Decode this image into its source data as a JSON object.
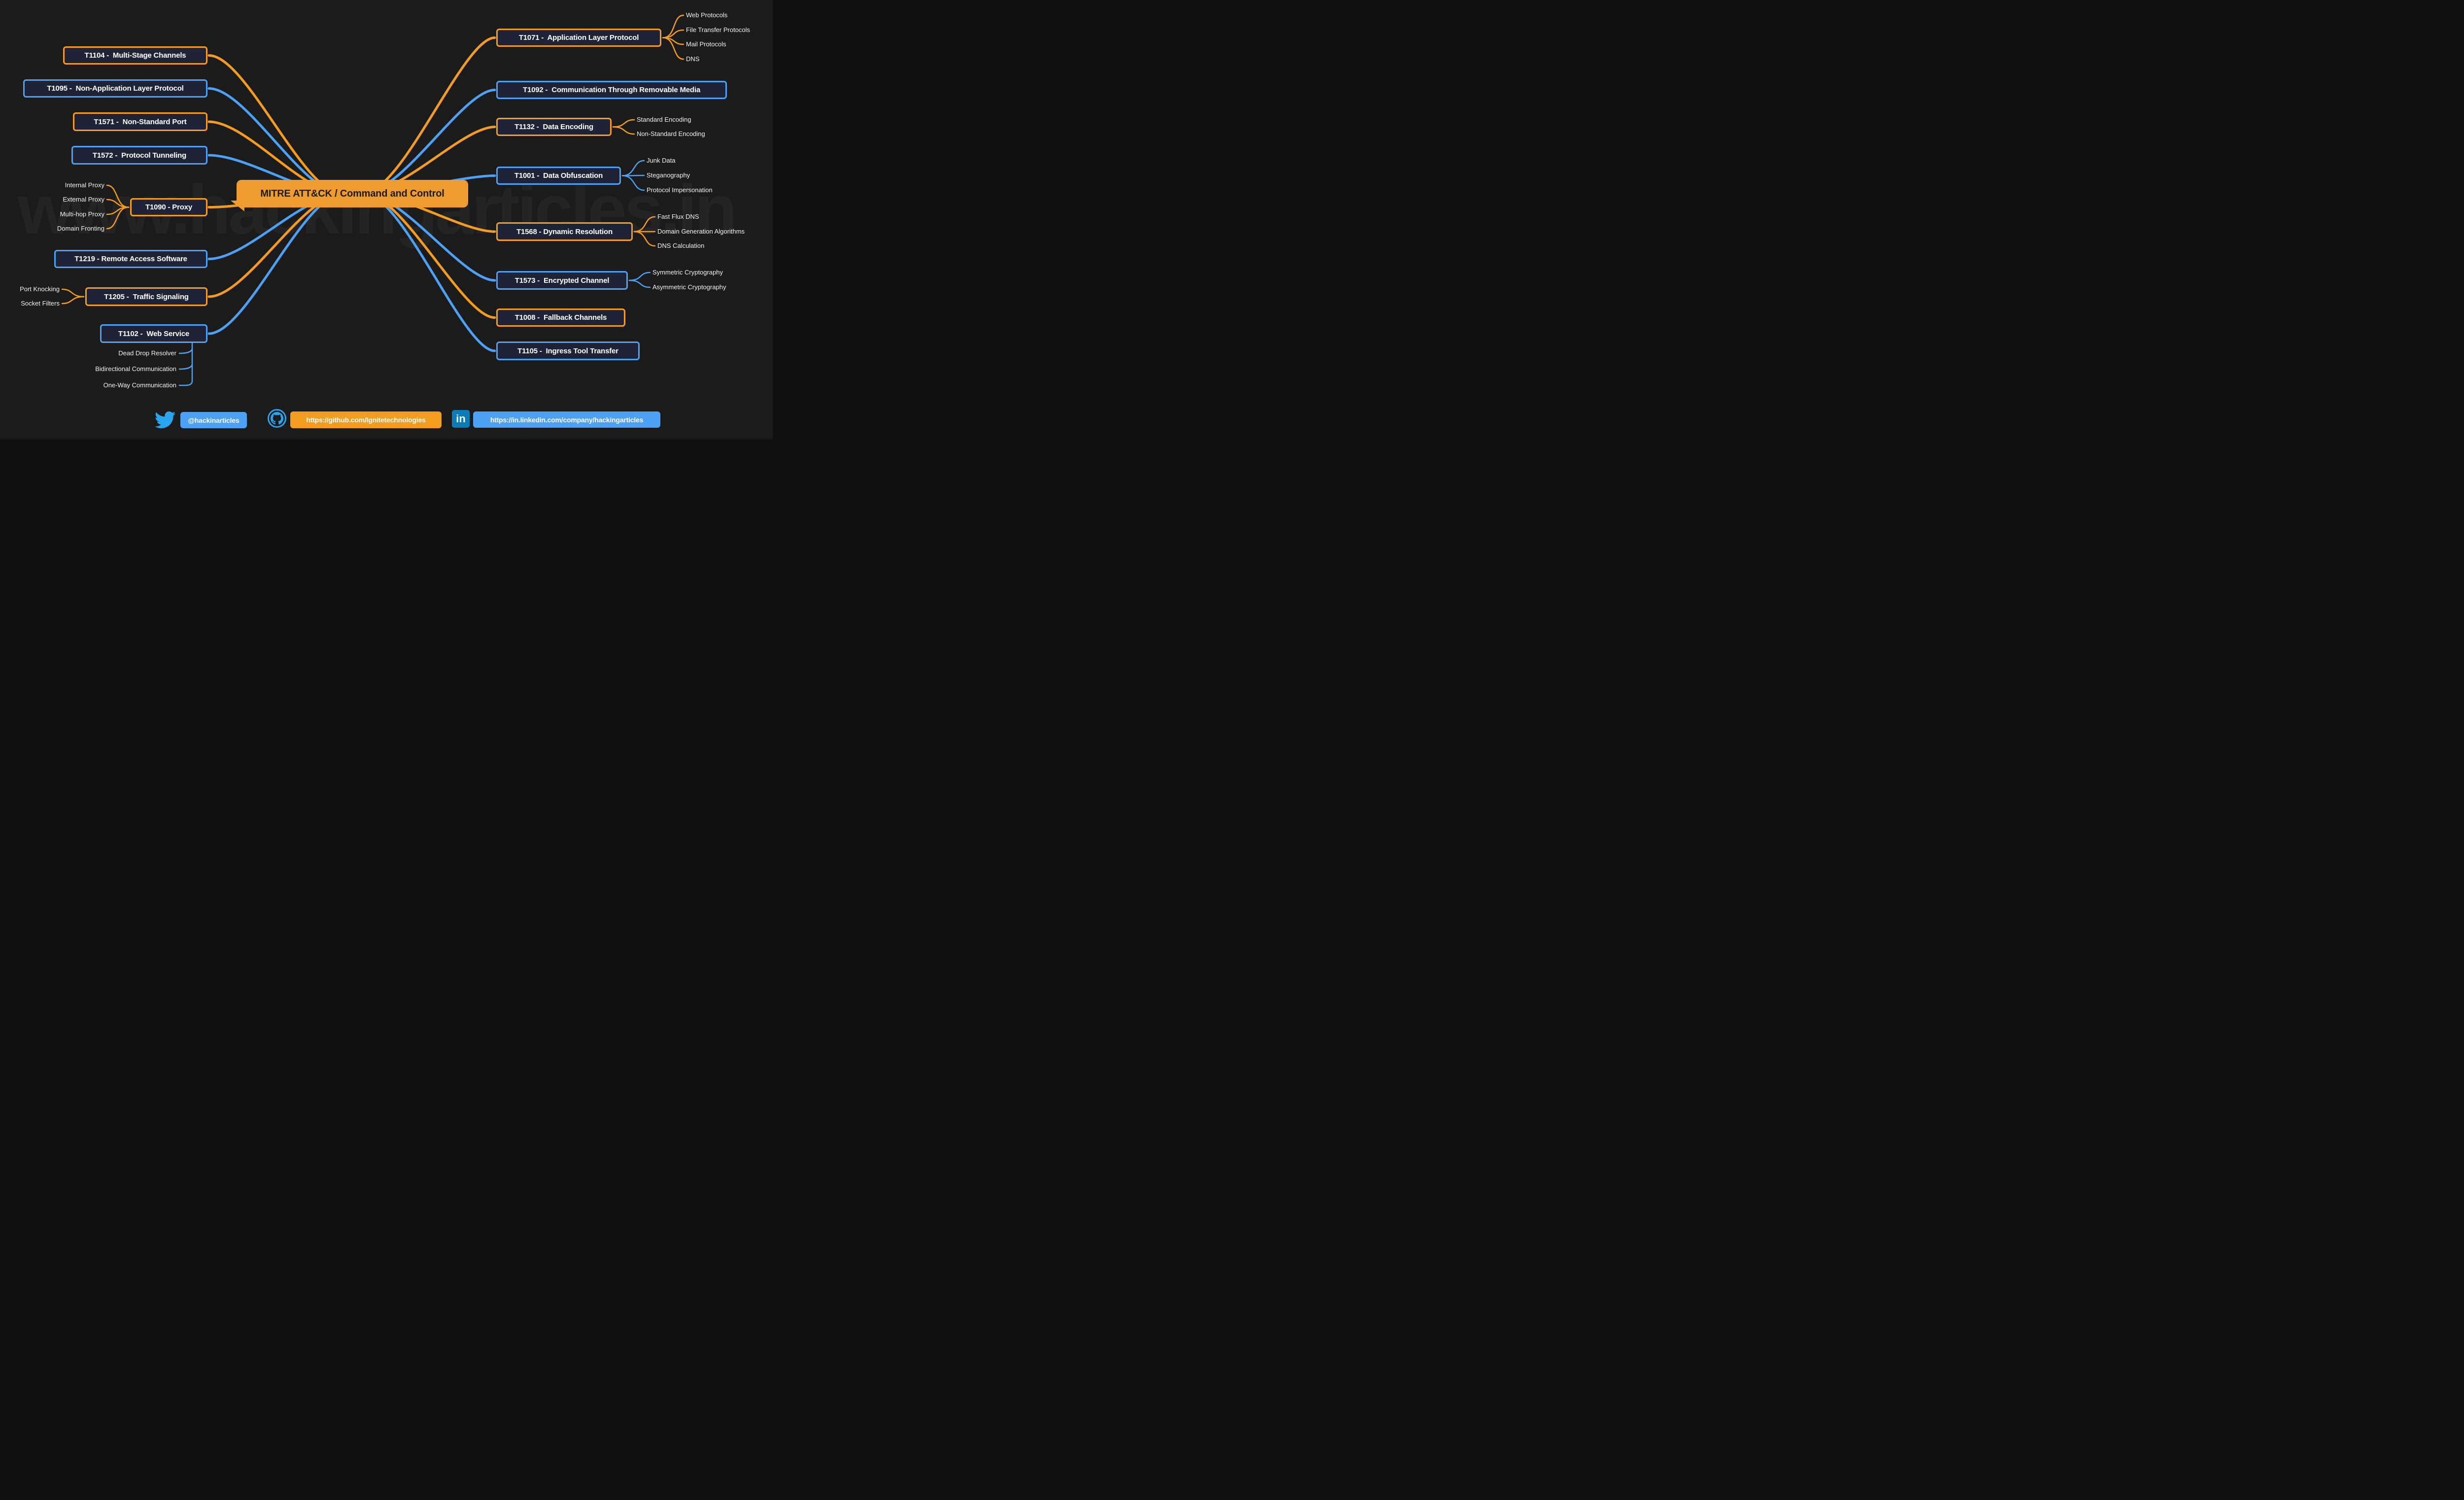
{
  "title": "MITRE ATT&CK / Command and Control",
  "watermark": "www.hackingarticles.in",
  "colors": {
    "background": "#1b1b1b",
    "node_fill": "#1f2337",
    "orange": "#f49c20",
    "blue": "#4da1f5",
    "center_fill": "#f09b30",
    "center_text": "#1c1c1c",
    "linkedin_blue": "#0b7cb5",
    "twitter_blue": "#2ba3ef"
  },
  "nodes": {
    "left": [
      {
        "id": "t1104",
        "code": "T1104",
        "name": "Multi-Stage Channels",
        "label": "T1104 -  Multi-Stage Channels",
        "color": "orange",
        "children": []
      },
      {
        "id": "t1095",
        "code": "T1095",
        "name": "Non-Application Layer Protocol",
        "label": "T1095 -  Non-Application Layer Protocol",
        "color": "blue",
        "children": []
      },
      {
        "id": "t1571",
        "code": "T1571",
        "name": "Non-Standard Port",
        "label": "T1571 -  Non-Standard Port",
        "color": "orange",
        "children": []
      },
      {
        "id": "t1572",
        "code": "T1572",
        "name": "Protocol Tunneling",
        "label": "T1572 -  Protocol Tunneling",
        "color": "blue",
        "children": []
      },
      {
        "id": "t1090",
        "code": "T1090",
        "name": "Proxy",
        "label": "T1090 - Proxy",
        "color": "orange",
        "children": [
          "Internal Proxy",
          "External Proxy",
          "Multi-hop Proxy",
          "Domain Fronting"
        ]
      },
      {
        "id": "t1219",
        "code": "T1219",
        "name": "Remote Access Software",
        "label": "T1219 - Remote Access Software",
        "color": "blue",
        "children": []
      },
      {
        "id": "t1205",
        "code": "T1205",
        "name": "Traffic Signaling",
        "label": "T1205 -  Traffic Signaling",
        "color": "orange",
        "children": [
          "Port Knocking",
          "Socket Filters"
        ]
      },
      {
        "id": "t1102",
        "code": "T1102",
        "name": "Web Service",
        "label": "T1102 -  Web Service",
        "color": "blue",
        "children": [
          "Dead Drop Resolver",
          "Bidirectional Communication",
          "One-Way Communication"
        ]
      }
    ],
    "right": [
      {
        "id": "t1071",
        "code": "T1071",
        "name": "Application Layer Protocol",
        "label": "T1071 -  Application Layer Protocol",
        "color": "orange",
        "children": [
          "Web Protocols",
          "File Transfer Protocols",
          "Mail Protocols",
          "DNS"
        ]
      },
      {
        "id": "t1092",
        "code": "T1092",
        "name": "Communication Through Removable Media",
        "label": "T1092 -  Communication Through Removable Media",
        "color": "blue",
        "children": []
      },
      {
        "id": "t1132",
        "code": "T1132",
        "name": "Data Encoding",
        "label": "T1132 -  Data Encoding",
        "color": "orange",
        "children": [
          "Standard Encoding",
          "Non-Standard Encoding"
        ]
      },
      {
        "id": "t1001",
        "code": "T1001",
        "name": "Data Obfuscation",
        "label": "T1001 -  Data Obfuscation",
        "color": "blue",
        "children": [
          "Junk Data",
          "Steganography",
          "Protocol Impersonation"
        ]
      },
      {
        "id": "t1568",
        "code": "T1568",
        "name": "Dynamic Resolution",
        "label": "T1568 - Dynamic Resolution",
        "color": "orange",
        "children": [
          "Fast Flux DNS",
          "Domain Generation Algorithms",
          "DNS Calculation"
        ]
      },
      {
        "id": "t1573",
        "code": "T1573",
        "name": "Encrypted Channel",
        "label": "T1573 -  Encrypted Channel",
        "color": "blue",
        "children": [
          "Symmetric Cryptography",
          "Asymmetric Cryptography"
        ]
      },
      {
        "id": "t1008",
        "code": "T1008",
        "name": "Fallback Channels",
        "label": "T1008 -  Fallback Channels",
        "color": "orange",
        "children": []
      },
      {
        "id": "t1105",
        "code": "T1105",
        "name": "Ingress Tool Transfer",
        "label": "T1105 -  Ingress Tool Transfer",
        "color": "blue",
        "children": []
      }
    ]
  },
  "footer": {
    "twitter": {
      "icon": "twitter-bird",
      "handle": "@hackinarticles"
    },
    "github": {
      "icon": "github-octocat",
      "url": "https://github.com/Ignitetechnologies"
    },
    "linkedin": {
      "icon": "linkedin-in",
      "icon_text": "in",
      "url": "https://in.linkedin.com/company/hackingarticles"
    }
  }
}
